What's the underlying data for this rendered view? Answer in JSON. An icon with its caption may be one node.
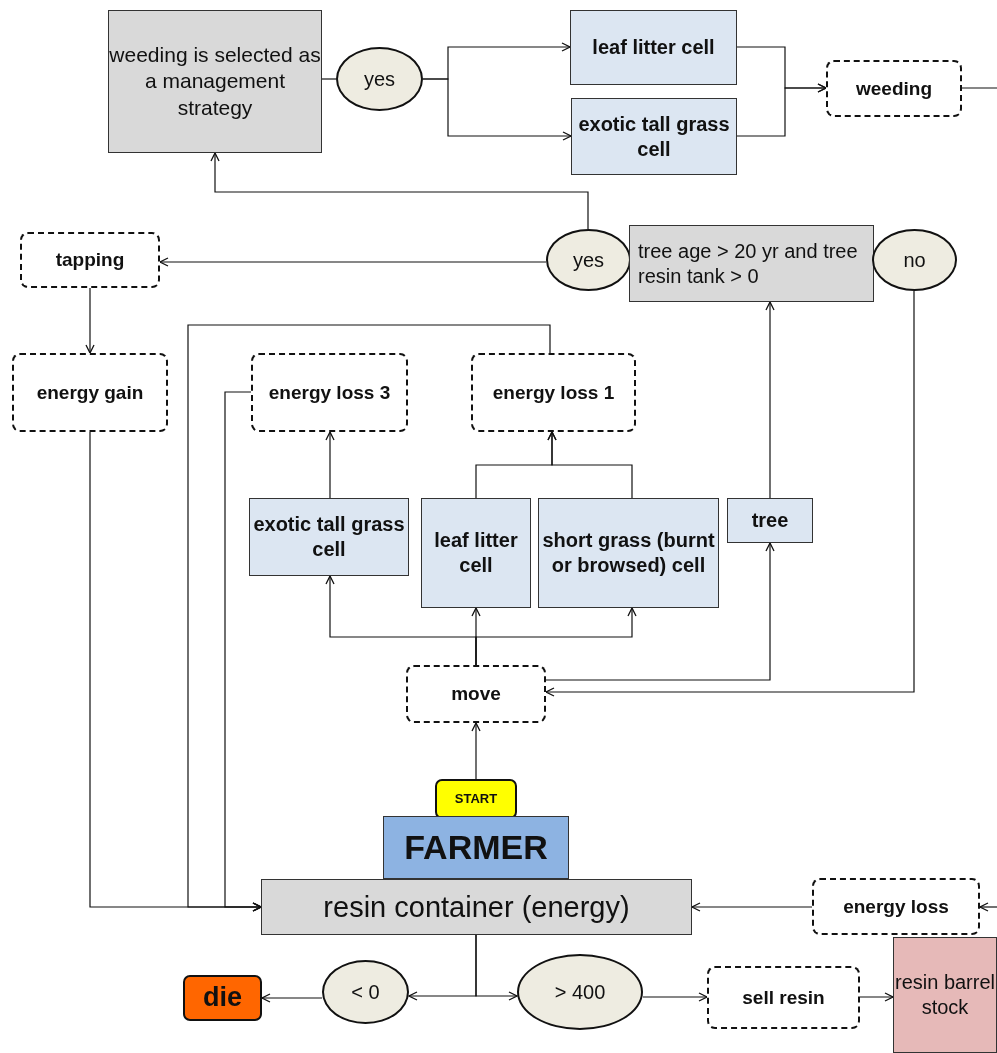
{
  "diagram": {
    "nodes": [
      {
        "text": [
          "weeding is selected as a management strategy"
        ]
      },
      {
        "text": [
          "yes"
        ]
      },
      {
        "text": [
          "leaf litter cell"
        ]
      },
      {
        "text": [
          "exotic tall grass cell"
        ]
      },
      {
        "text": [
          "weeding"
        ]
      },
      {
        "text": [
          "tapping"
        ]
      },
      {
        "text": [
          "yes"
        ]
      },
      {
        "text": [
          "tree age > 20 yr and tree resin tank > 0"
        ]
      },
      {
        "text": [
          "no"
        ]
      },
      {
        "text": [
          "energy gain"
        ]
      },
      {
        "text": [
          "energy loss 3"
        ]
      },
      {
        "text": [
          "energy loss 1"
        ]
      },
      {
        "text": [
          "exotic tall grass cell"
        ]
      },
      {
        "text": [
          "leaf litter cell"
        ]
      },
      {
        "text": [
          "short grass (burnt or browsed) cell"
        ]
      },
      {
        "text": [
          "tree"
        ]
      },
      {
        "text": [
          "move"
        ]
      },
      {
        "text": [
          "START"
        ]
      },
      {
        "text": [
          "FARMER"
        ]
      },
      {
        "text": [
          "resin container (energy)"
        ]
      },
      {
        "text": [
          "energy loss"
        ]
      },
      {
        "text": [
          "die"
        ]
      },
      {
        "text": [
          "< 0"
        ]
      },
      {
        "text": [
          "> 400"
        ]
      },
      {
        "text": [
          "sell resin"
        ]
      },
      {
        "text": [
          "resin barrel stock"
        ]
      }
    ],
    "edges": [
      {
        "from": 0,
        "to": 1,
        "arrow": "none"
      },
      {
        "from": 1,
        "to": 2,
        "arrow": "to"
      },
      {
        "from": 1,
        "to": 3,
        "arrow": "to"
      },
      {
        "from": 2,
        "to": 4,
        "arrow": "to"
      },
      {
        "from": 3,
        "to": 4,
        "arrow": "to"
      },
      {
        "from": 4,
        "to": null,
        "arrow": "none"
      },
      {
        "from": 6,
        "to": 0,
        "arrow": "to"
      },
      {
        "from": 6,
        "to": 5,
        "arrow": "to"
      },
      {
        "from": 5,
        "to": 9,
        "arrow": "to"
      },
      {
        "from": 9,
        "to": 19,
        "arrow": "to"
      },
      {
        "from": 11,
        "to": 19,
        "arrow": "to"
      },
      {
        "from": 10,
        "to": 19,
        "arrow": "to"
      },
      {
        "from": 12,
        "to": 10,
        "arrow": "to"
      },
      {
        "from": 13,
        "to": 11,
        "arrow": "to"
      },
      {
        "from": 14,
        "to": 11,
        "arrow": "to"
      },
      {
        "from": 16,
        "to": 12,
        "arrow": "to"
      },
      {
        "from": 16,
        "to": 13,
        "arrow": "to"
      },
      {
        "from": 16,
        "to": 14,
        "arrow": "to"
      },
      {
        "from": 16,
        "to": 15,
        "arrow": "to"
      },
      {
        "from": 15,
        "to": 7,
        "arrow": "to"
      },
      {
        "from": 8,
        "to": 16,
        "arrow": "to"
      },
      {
        "from": 17,
        "to": 16,
        "arrow": "to"
      },
      {
        "from": 20,
        "to": 19,
        "arrow": "to"
      },
      {
        "from": null,
        "to": 20,
        "arrow": "to"
      },
      {
        "from": 19,
        "to": 22,
        "arrow": "to"
      },
      {
        "from": 19,
        "to": 23,
        "arrow": "to"
      },
      {
        "from": 22,
        "to": 21,
        "arrow": "to"
      },
      {
        "from": 23,
        "to": 24,
        "arrow": "to"
      },
      {
        "from": 24,
        "to": 25,
        "arrow": "to"
      }
    ]
  }
}
